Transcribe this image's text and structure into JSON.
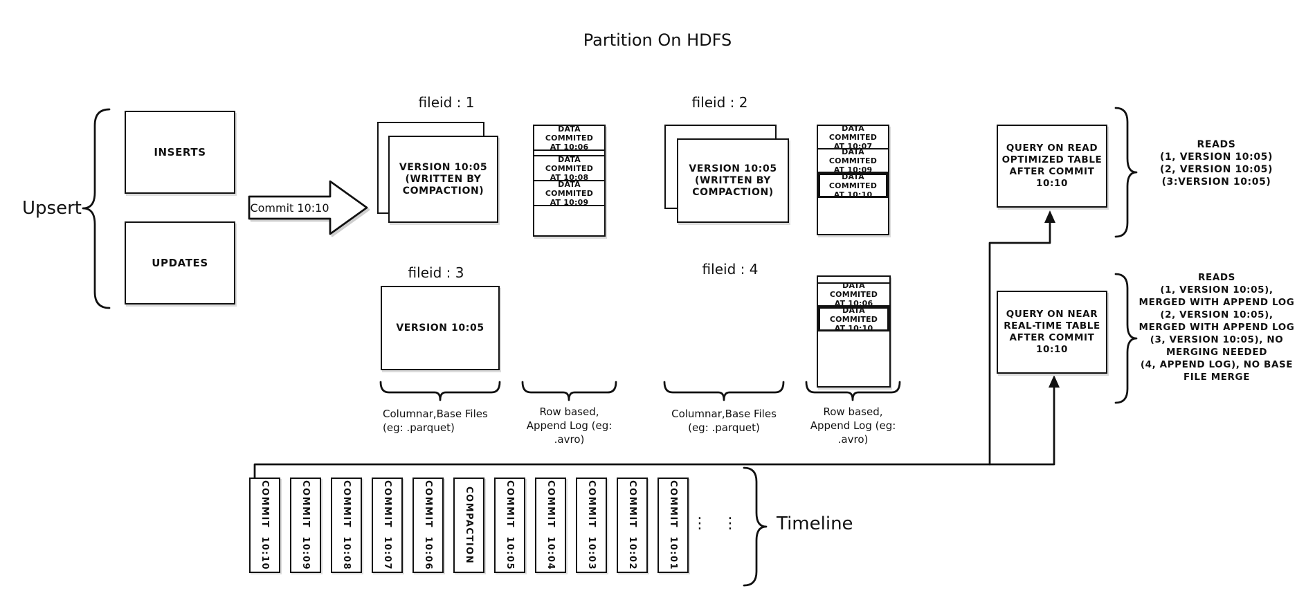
{
  "title": "Partition On HDFS",
  "upsert": {
    "label": "Upsert",
    "inserts": "INSERTS",
    "updates": "UPDATES",
    "arrow_label": "Commit 10:10"
  },
  "file_groups": {
    "f1": {
      "label": "fileid : 1",
      "base_text": "VERSION 10:05\n(WRITTEN BY\nCOMPACTION)"
    },
    "f2": {
      "label": "fileid : 2",
      "base_text": "VERSION 10:05\n(WRITTEN BY\nCOMPACTION)"
    },
    "f3": {
      "label": "fileid : 3",
      "base_text": "VERSION 10:05"
    },
    "f4": {
      "label": "fileid : 4"
    }
  },
  "append_logs": {
    "log1": {
      "rows": [
        "DATA COMMITED\nAT 10:06",
        "DATA COMMITED\nAT 10:08",
        "DATA COMMITED\nAT 10:09"
      ]
    },
    "log2": {
      "rows": [
        "DATA COMMITED\nAT 10:07",
        "DATA COMMITED\nAT 10:09",
        "DATA COMMITED\nAT 10:10"
      ]
    },
    "log4": {
      "rows": [
        "DATA COMMITED\nAT 10:06",
        "DATA COMMITED\nAT 10:10"
      ]
    }
  },
  "captions": {
    "columnar1": "Columnar,Base Files\n(eg: .parquet)",
    "row_based1": "Row based,\nAppend Log  (eg:\n.avro)",
    "columnar2": "Columnar,Base Files\n(eg: .parquet)",
    "row_based2": "Row based,\nAppend Log  (eg:\n.avro)"
  },
  "queries": {
    "read_optimized": {
      "box": "QUERY ON READ\nOPTIMIZED TABLE\nAFTER COMMIT\n10:10",
      "reads": "READS\n(1, VERSION 10:05)\n(2, VERSION 10:05)\n(3:VERSION 10:05)"
    },
    "near_real_time": {
      "box": "QUERY ON NEAR\nREAL-TIME TABLE\nAFTER COMMIT\n10:10",
      "reads": "READS\n(1, VERSION 10:05),\nMERGED WITH APPEND LOG\n(2, VERSION 10:05),\nMERGED WITH APPEND LOG\n(3, VERSION 10:05), NO\nMERGING NEEDED\n(4, APPEND LOG), NO BASE\nFILE MERGE"
    }
  },
  "timeline": {
    "label": "Timeline",
    "ellipsis": "⋮",
    "commits": [
      "COMMIT 10:10",
      "COMMIT 10:09",
      "COMMIT 10:08",
      "COMMIT 10:07",
      "COMMIT 10:06",
      "COMPACTION",
      "COMMIT 10:05",
      "COMMIT 10:04",
      "COMMIT 10:03",
      "COMMIT 10:02",
      "COMMIT 10:01"
    ]
  },
  "colors": {
    "ink": "#111111",
    "background": "#ffffff"
  }
}
